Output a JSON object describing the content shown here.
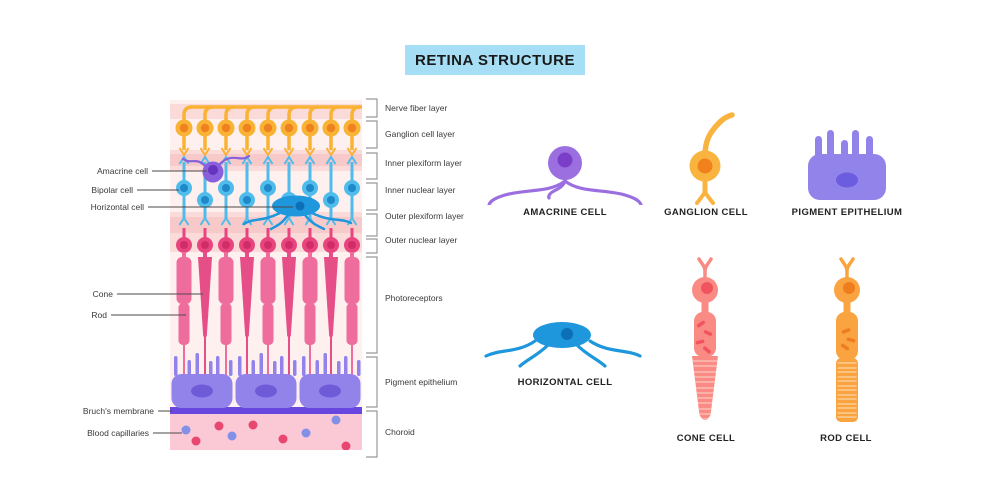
{
  "title": "RETINA STRUCTURE",
  "left_labels": [
    "Amacrine cell",
    "Bipolar cell",
    "Horizontal cell",
    "Cone",
    "Rod",
    "Bruch's membrane",
    "Blood capillaries"
  ],
  "right_labels": [
    "Nerve fiber layer",
    "Ganglion cell layer",
    "Inner plexiform layer",
    "Inner nuclear layer",
    "Outer plexiform layer",
    "Outer nuclear layer",
    "Photoreceptors",
    "Pigment epithelium",
    "Choroid"
  ],
  "cell_captions": [
    "AMACRINE CELL",
    "GANGLION CELL",
    "PIGMENT EPITHELIUM",
    "HORIZONTAL CELL",
    "CONE CELL",
    "ROD CELL"
  ],
  "colors": {
    "title_box": "#a6dff5",
    "diagram_background": "#fdf0ef",
    "band_pink": "#fbdada",
    "band_pink_dark": "#f7c9c9",
    "ganglion_yellow": "#f9b233",
    "ganglion_nucleus": "#ee8220",
    "bipolar_blue": "#4fbceb",
    "bipolar_nucleus": "#1e88c8",
    "amacrine_purple": "#8a5fdb",
    "amacrine_nucleus": "#6533c0",
    "horizontal_blue": "#1e97dc",
    "horizontal_nucleus": "#0d6fb5",
    "photoreceptor_body": "#e8457f",
    "rod_segment_pink": "#ef6d9d",
    "cone_segment_pink": "#e64e87",
    "pigment_purple": "#9183e9",
    "pigment_nucleus": "#6f5bd8",
    "bruchs_membrane": "#6847e0",
    "choroid_pink": "#fbc9d6",
    "capillary_red": "#e8476f",
    "capillary_blue": "#8290e8",
    "cone_cell_salmon": "#fa8a84",
    "rod_cell_orange": "#f9a441"
  }
}
